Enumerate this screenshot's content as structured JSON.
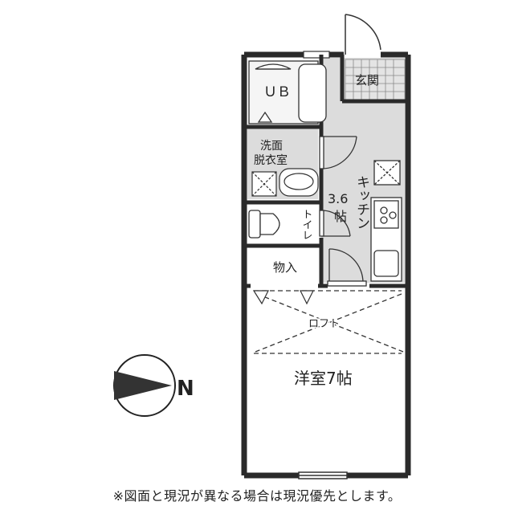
{
  "rooms": {
    "genkan": "玄関",
    "unit_bath": "ＵＢ",
    "washroom_line1": "洗面",
    "washroom_line2": "脱衣室",
    "kitchen_label": "キッチン",
    "kitchen_size_line1": "3.6",
    "kitchen_size_line2": "帖",
    "toilet": "トイレ",
    "storage": "物入",
    "loft": "ロフト",
    "western_room": "洋室7帖"
  },
  "compass": {
    "north_label": "N"
  },
  "footer": {
    "note": "※図面と現況が異なる場合は現況優先とします。"
  },
  "colors": {
    "wall": "#2a2a2a",
    "floor_gray": "#dcdcdc",
    "line": "#333333"
  }
}
